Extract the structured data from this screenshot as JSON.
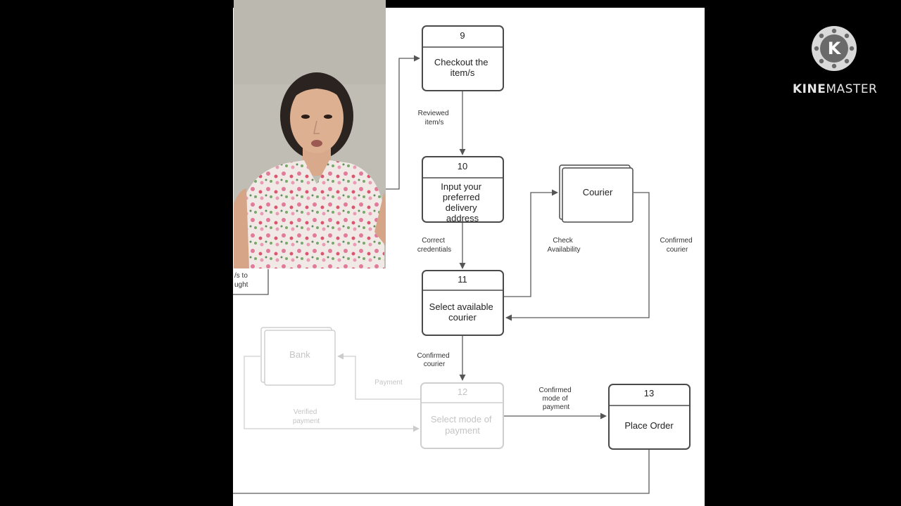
{
  "diagram": {
    "nodes": [
      {
        "id": "n9",
        "number": "9",
        "label_lines": [
          "Checkout the",
          "item/s"
        ]
      },
      {
        "id": "n10",
        "number": "10",
        "label_lines": [
          "Input your",
          "preferred",
          "delivery",
          "address"
        ]
      },
      {
        "id": "n11",
        "number": "11",
        "label_lines": [
          "Select available",
          "courier"
        ]
      },
      {
        "id": "n12",
        "number": "12",
        "label_lines": [
          "Select mode of",
          "payment"
        ]
      },
      {
        "id": "n13",
        "number": "13",
        "label_lines": [
          "Place Order"
        ]
      }
    ],
    "entities": [
      {
        "id": "courier",
        "label": "Courier"
      },
      {
        "id": "bank",
        "label": "Bank"
      }
    ],
    "flows": [
      {
        "id": "f1",
        "label_lines": [
          "Reviewed",
          "item/s"
        ]
      },
      {
        "id": "f2",
        "label_lines": [
          "Correct",
          "credentials"
        ]
      },
      {
        "id": "f3",
        "label_lines": [
          "Check",
          "Availability"
        ]
      },
      {
        "id": "f4",
        "label_lines": [
          "Confirmed",
          "courier"
        ]
      },
      {
        "id": "f5",
        "label_lines": [
          "Confirmed",
          "courier"
        ]
      },
      {
        "id": "f6",
        "label_lines": [
          "Payment"
        ]
      },
      {
        "id": "f7",
        "label_lines": [
          "Verified",
          "payment"
        ]
      },
      {
        "id": "f8",
        "label_lines": [
          "Confirmed",
          "mode of",
          "payment"
        ]
      },
      {
        "id": "f9",
        "label_lines": [
          "/s to",
          "ught"
        ]
      }
    ]
  },
  "watermark": {
    "brand_part1": "KINE",
    "brand_part2": "MASTER",
    "logo_letter": "K"
  },
  "colors": {
    "background": "#000000",
    "panel": "#ffffff",
    "stroke": "#4a4a4a",
    "faded": "#cfcfcf"
  }
}
